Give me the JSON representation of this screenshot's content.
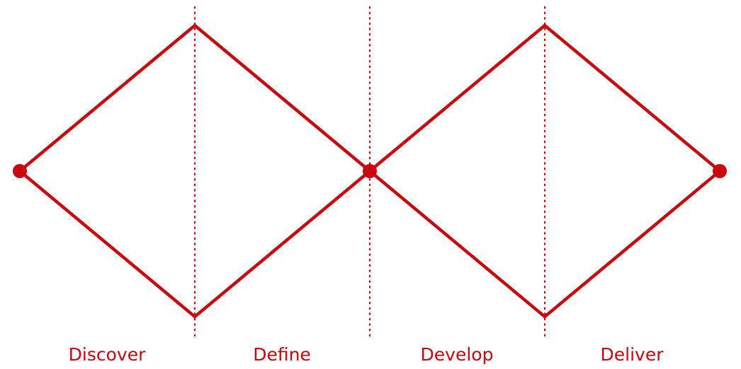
{
  "colors": {
    "accent": "#c8070e",
    "background": "#ffffff"
  },
  "diagram": {
    "type": "double-diamond",
    "stages": [
      {
        "label": "Discover"
      },
      {
        "label": "Define"
      },
      {
        "label": "Develop"
      },
      {
        "label": "Deliver"
      }
    ]
  }
}
